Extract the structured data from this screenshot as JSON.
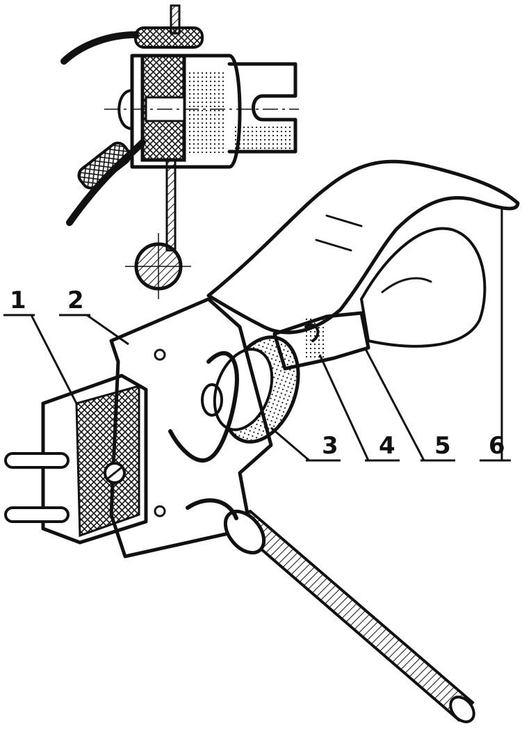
{
  "figure": {
    "background": "#ffffff",
    "ink": "#111111",
    "callouts": [
      {
        "id": "1",
        "label": "1"
      },
      {
        "id": "2",
        "label": "2"
      },
      {
        "id": "3",
        "label": "3"
      },
      {
        "id": "4",
        "label": "4"
      },
      {
        "id": "5",
        "label": "5"
      },
      {
        "id": "6",
        "label": "6"
      }
    ]
  }
}
